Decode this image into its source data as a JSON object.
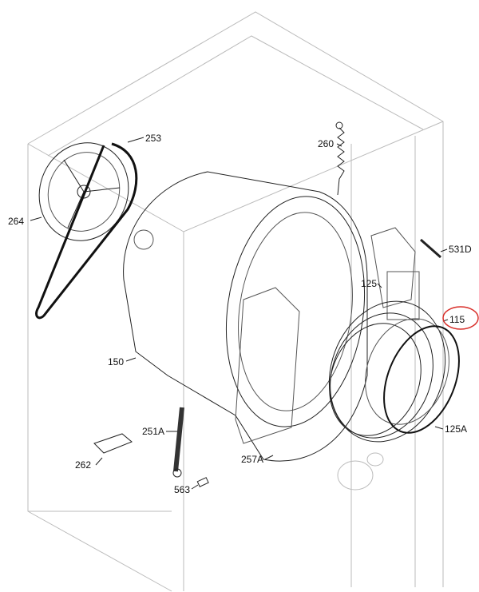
{
  "diagram": {
    "type": "exploded-parts-view",
    "highlight_color": "#d9302b",
    "callouts": {
      "pulley_belt": "253",
      "pulley": "264",
      "spring": "260",
      "bolt": "531D",
      "tub_gasket": "125",
      "door_seal": "115",
      "tub": "150",
      "damper": "251A",
      "clamp": "125A",
      "bracket": "262",
      "tub_front": "257A",
      "pin": "563"
    },
    "highlighted_callout": "115"
  }
}
